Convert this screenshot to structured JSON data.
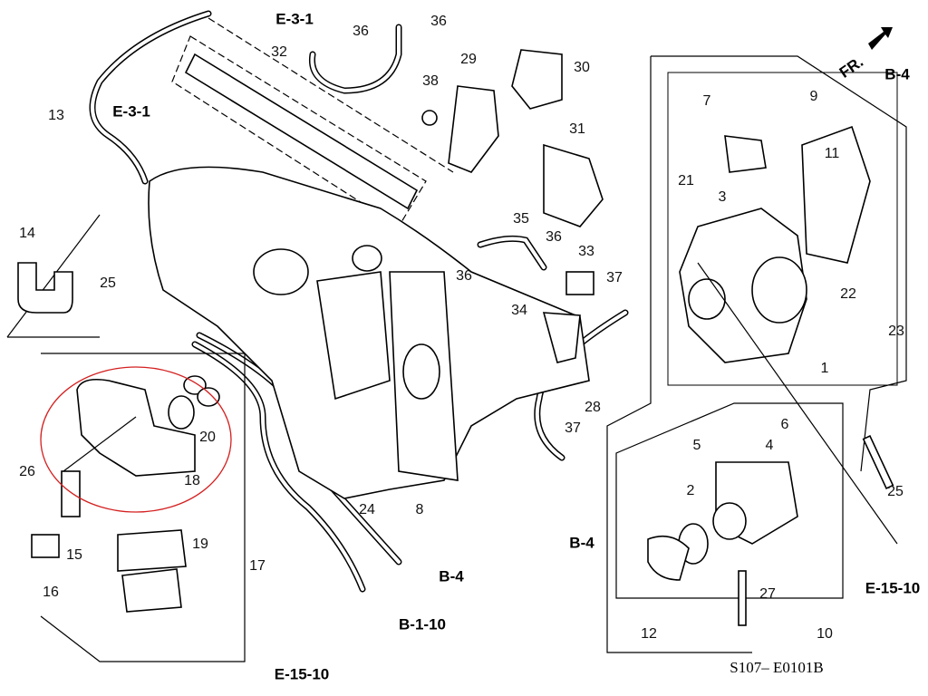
{
  "diagram": {
    "callouts": [
      "E-3-1",
      "36",
      "36",
      "32",
      "29",
      "30",
      "38",
      "13",
      "E-3-1",
      "31",
      "14",
      "25",
      "35",
      "36",
      "36",
      "33",
      "37",
      "34",
      "26",
      "20",
      "18",
      "15",
      "16",
      "19",
      "17",
      "24",
      "8",
      "28",
      "37",
      "B-4",
      "B-4",
      "B-1-10",
      "E-15-10",
      "FR.",
      "B-4",
      "7",
      "9",
      "11",
      "21",
      "3",
      "22",
      "23",
      "1",
      "6",
      "5",
      "4",
      "2",
      "25",
      "27",
      "12",
      "10",
      "E-15-10"
    ],
    "drawing_code": "S107– E0101B",
    "highlight_color": "#d42020"
  }
}
